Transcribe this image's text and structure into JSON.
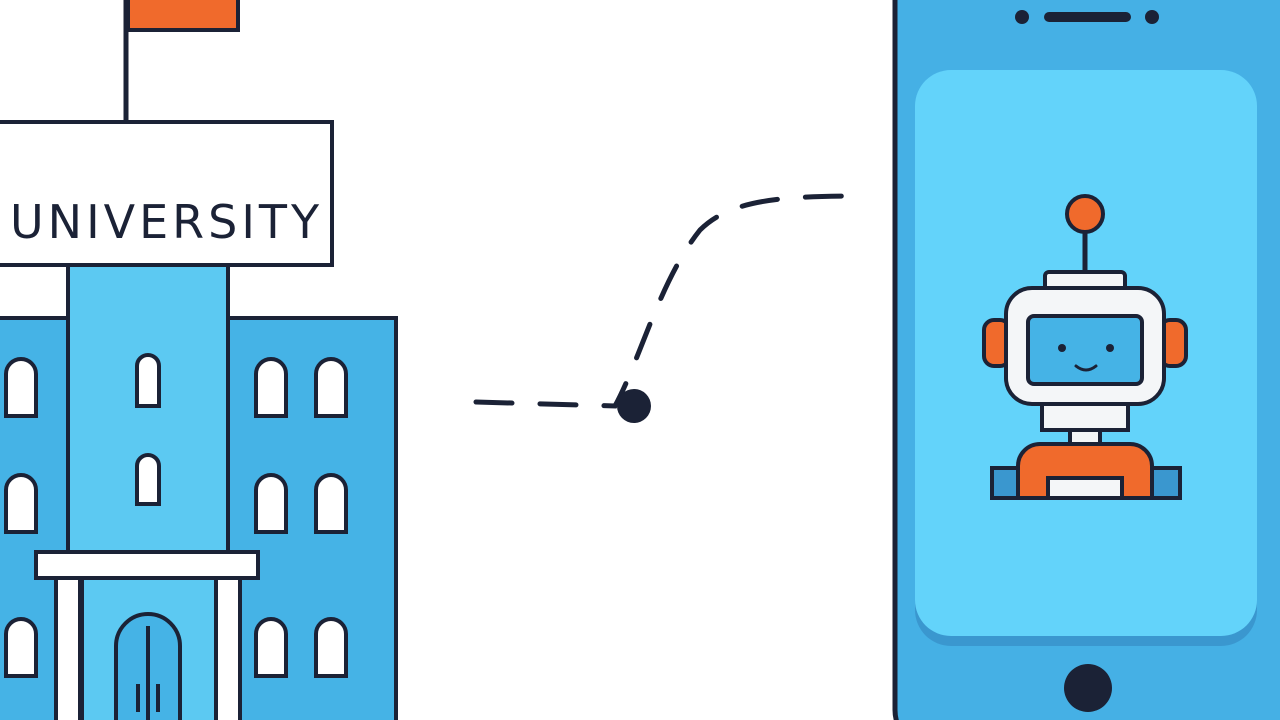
{
  "illustration": {
    "university_sign": "UNIVERSITY"
  },
  "colors": {
    "outline": "#1b2236",
    "building_blue": "#45b3e6",
    "tower_blue": "#5cc9f2",
    "phone_blue": "#45b0e5",
    "screen_blue": "#63d3fa",
    "accent_orange": "#f06a2c",
    "white": "#ffffff",
    "robot_face": "#f4f6f8"
  },
  "icons": [
    "university-building",
    "flag-icon",
    "connection-path",
    "connection-node",
    "smartphone",
    "robot-icon"
  ]
}
